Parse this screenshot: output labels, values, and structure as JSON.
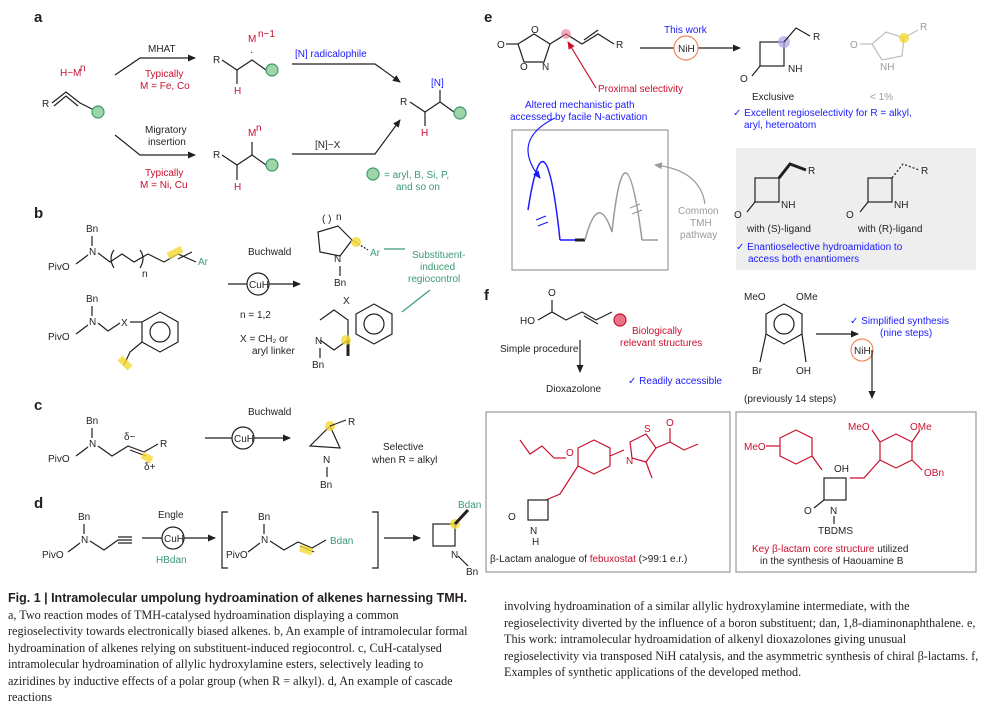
{
  "panels": {
    "a": {
      "label": "a",
      "reagent_h": "H−M",
      "reagent_n": "n",
      "mhat_label": "MHAT",
      "mhat_metal_top": "M",
      "mhat_metal_top_sup": "n−1",
      "mhat_typically": "Typically",
      "mhat_metals": "M = Fe, Co",
      "radicalophile": "[N] radicalophile",
      "migratory": "Migratory",
      "insertion": "insertion",
      "mi_metal_top": "M",
      "mi_metal_sup": "n",
      "mi_typically": "Typically",
      "mi_metals": "M = Ni, Cu",
      "nx_label": "[N]−X",
      "product_n": "[N]",
      "R": "R",
      "H": "H",
      "legend_line1": "= aryl, B, Si, P,",
      "legend_line2": "and so on"
    },
    "b": {
      "label": "b",
      "bn": "Bn",
      "pivo": "PivO",
      "ar": "Ar",
      "n_sub": "n",
      "buchwald": "Buchwald",
      "cuh": "CuH",
      "n_values": "n = 1,2",
      "x_def1": "X = CH₂ or",
      "x_def2": "aryl linker",
      "X": "X",
      "N": "N",
      "substituent1": "Substituent-",
      "substituent2": "induced",
      "substituent3": "regiocontrol"
    },
    "c": {
      "label": "c",
      "bn": "Bn",
      "pivo": "PivO",
      "N": "N",
      "R": "R",
      "delta_minus": "δ−",
      "delta_plus": "δ+",
      "buchwald": "Buchwald",
      "cuh": "CuH",
      "selective1": "Selective",
      "selective2": "when R = alkyl"
    },
    "d": {
      "label": "d",
      "bn": "Bn",
      "pivo": "PivO",
      "N": "N",
      "engle": "Engle",
      "cuh": "CuH",
      "hbdan": "HBdan",
      "bdan": "Bdan"
    },
    "e": {
      "label": "e",
      "this_work": "This work",
      "nih": "NiH",
      "R": "R",
      "NH": "NH",
      "O": "O",
      "N": "N",
      "proximal": "Proximal selectivity",
      "exclusive": "Exclusive",
      "minor": "< 1%",
      "altered1": "Altered mechanistic path",
      "altered2": "accessed by facile N-activation",
      "check1a": "✓ Excellent regioselectivity for R = alkyl,",
      "check1b": "aryl, heteroatom",
      "common1": "Common",
      "common2": "TMH",
      "common3": "pathway",
      "with_s": "with (S)-ligand",
      "with_r": "with (R)-ligand",
      "check2a": "✓ Enantioselective hydroamidation to",
      "check2b": "access both enantiomers"
    },
    "f": {
      "label": "f",
      "ho": "HO",
      "O": "O",
      "simple": "Simple procedure",
      "dioxazolone": "Dioxazolone",
      "bio1": "Biologically",
      "bio2": "relevant structures",
      "readily": "✓ Readily accessible",
      "meo": "MeO",
      "ome": "OMe",
      "br": "Br",
      "oh": "OH",
      "previously": "(previously 14 steps)",
      "simplified1": "✓ Simplified synthesis",
      "simplified2": "(nine steps)",
      "nih": "NiH",
      "febux_pre": "β-Lactam analogue of ",
      "febux_name": "febuxostat",
      "febux_post": " (>99:1 e.r.)",
      "S": "S",
      "N": "N",
      "NH": "N",
      "H": "H",
      "tbdms": "TBDMS",
      "obn": "OBn",
      "key1_pre": "Key β-lactam core structure",
      "key1_post": " utilized",
      "key2": "in the synthesis of Haouamine B"
    }
  },
  "caption": {
    "title": "Fig. 1 | Intramolecular umpolung hydroamination of alkenes harnessing TMH.",
    "left_body": " a, Two reaction modes of TMH-catalysed hydroamination displaying a common regioselectivity towards electronically biased alkenes. b, An example of intramolecular formal hydroamination of alkenes relying on substituent-induced regiocontrol. c, CuH-catalysed intramolecular hydroamination of allylic hydroxylamine esters, selectively leading to aziridines by inductive effects of a polar group (when R = alkyl). d, An example of cascade reactions",
    "right_body": "involving hydroamination of a similar allylic hydroxylamine intermediate, with the regioselectivity diverted by the influence of a boron substituent; dan, 1,8-diaminonaphthalene. e, This work: intramolecular hydroamidation of alkenyl dioxazolones giving unusual regioselectivity via transposed NiH catalysis, and the asymmetric synthesis of chiral β-lactams. f, Examples of synthetic applications of the developed method."
  },
  "colors": {
    "red": "#c8102e",
    "green": "#3a9a73",
    "green_fill": "#9fd4a6",
    "blue": "#1a1aff",
    "yellow": "#f5d832",
    "orange": "#f08a5d",
    "pink_fill": "#e9748a",
    "lilac": "#a9a3e6",
    "grey": "#9a9a9a",
    "panel_bg": "#eeeeee"
  }
}
